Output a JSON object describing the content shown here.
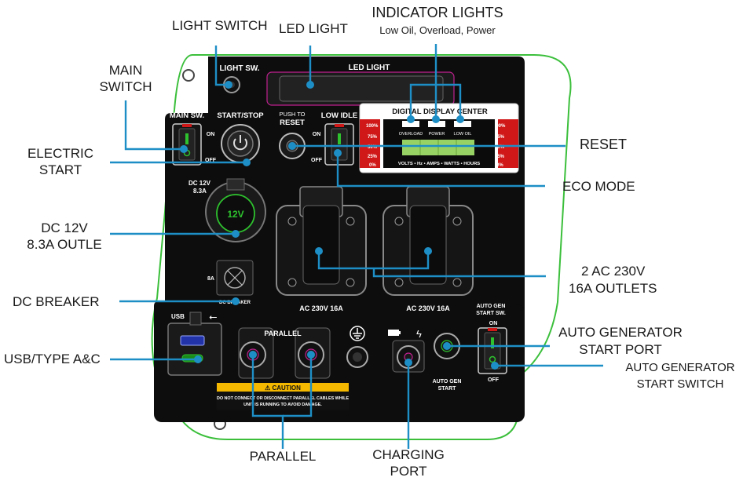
{
  "callouts": {
    "light_switch": "LIGHT SWITCH",
    "led_light": "LED LIGHT",
    "indicator_lights": "INDICATOR LIGHTS",
    "indicator_lights_sub": "Low Oil, Overload, Power",
    "main_switch_1": "MAIN",
    "main_switch_2": "SWITCH",
    "electric_start_1": "ELECTRIC",
    "electric_start_2": "START",
    "reset": "RESET",
    "eco_mode": "ECO MODE",
    "dc12v_1": "DC 12V",
    "dc12v_2": "8.3A OUTLE",
    "dc_breaker": "DC BREAKER",
    "ac_outlets_1": "2 AC 230V",
    "ac_outlets_2": "16A OUTLETS",
    "usb": "USB/TYPE A&C",
    "auto_gen_port_1": "AUTO GENERATOR",
    "auto_gen_port_2": "START PORT",
    "auto_gen_switch_1": "AUTO GENERATOR",
    "auto_gen_switch_2": "START SWITCH",
    "parallel": "PARALLEL",
    "charging_port_1": "CHARGING",
    "charging_port_2": "PORT"
  },
  "panel": {
    "light_sw": "LIGHT SW.",
    "led_light": "LED LIGHT",
    "main_sw": "MAIN SW.",
    "start_stop": "START/STOP",
    "on": "ON",
    "off": "OFF",
    "push_to": "PUSH TO",
    "reset": "RESET",
    "low_idle": "LOW IDLE",
    "display_title": "DIGITAL DISPLAY CENTER",
    "overload": "OVERLOAD",
    "power": "POWER",
    "low_oil": "LOW OIL",
    "display_units": "VOLTS • Hz • AMPS • WATTS • HOURS",
    "pct_100": "100%",
    "pct_75": "75%",
    "pct_50": "50%",
    "pct_25": "25%",
    "pct_0": "0%",
    "dc_12v": "DC 12V",
    "dc_amps": "8.3A",
    "socket_12v": "12V",
    "breaker_8a": "8A",
    "dc_breaker": "DC BREAKER",
    "ac_left": "AC 230V 16A",
    "ac_right": "AC 230V 16A",
    "usb": "USB",
    "parallel": "PARALLEL",
    "caution_title": "⚠ CAUTION",
    "caution_line1": "DO NOT CONNECT OR DISCONNECT PARALLEL CABLES WHILE",
    "caution_line2": "UNIT IS RUNNING TO AVOID DAMAGE.",
    "auto_gen_start_1": "AUTO GEN",
    "auto_gen_start_2": "START",
    "auto_gen_sw_1": "AUTO GEN",
    "auto_gen_sw_2": "START SW."
  },
  "colors": {
    "panel": "#0d0d0d",
    "frame_outline": "#3bbf3b",
    "leader": "#1e8fc6",
    "caution": "#f5b800",
    "switch_red": "#d01818",
    "switch_green": "#2ec22e",
    "display_green": "#a6e86e"
  }
}
